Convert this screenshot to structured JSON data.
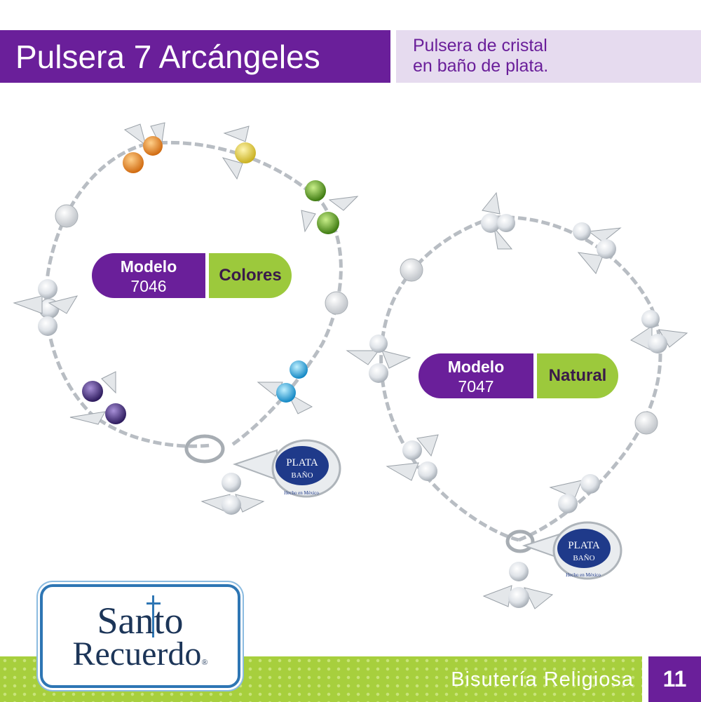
{
  "header": {
    "title": "Pulsera 7 Arcángeles",
    "subtitle_line1": "Pulsera de cristal",
    "subtitle_line2": "en baño de plata."
  },
  "products": [
    {
      "model_label": "Modelo",
      "model_number": "7046",
      "variant": "Colores"
    },
    {
      "model_label": "Modelo",
      "model_number": "7047",
      "variant": "Natural"
    }
  ],
  "tag": {
    "line1": "PLATA",
    "line2": "BAÑO",
    "line3": "Hecho en México"
  },
  "logo": {
    "line1": "Santo",
    "line2": "Recuerdo",
    "mark": "®"
  },
  "footer": {
    "section": "Bisutería Religiosa",
    "page": "11"
  },
  "colors": {
    "purple": "#6a1f9a",
    "lavender": "#e6dbef",
    "green": "#9cc93c",
    "logo_blue": "#2e76b4"
  }
}
